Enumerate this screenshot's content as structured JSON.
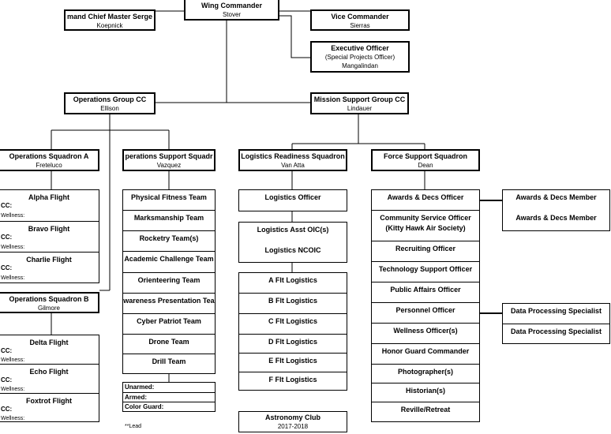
{
  "top": {
    "wing_commander": {
      "title": "Wing Commander",
      "name": "Stover"
    },
    "ccms": {
      "title": "mand Chief Master Serge",
      "name": "Koepnick"
    },
    "vice": {
      "title": "Vice Commander",
      "name": "Sierras"
    },
    "exec": {
      "title": "Executive Officer",
      "subtitle": "(Special Projects Officer)",
      "name": "Mangalindan"
    }
  },
  "groups": {
    "ops": {
      "title": "Operations Group CC",
      "name": "Ellison"
    },
    "msg": {
      "title": "Mission Support Group CC",
      "name": "Lindauer"
    }
  },
  "squadrons": {
    "ops_a": {
      "title": "Operations Squadron A",
      "name": "Freteluco"
    },
    "oss": {
      "title": "perations Support Squadr",
      "name": "Vazquez"
    },
    "lrs": {
      "title": "Logistics Readiness Squadron",
      "name": "Van Atta"
    },
    "fss": {
      "title": "Force  Support Squadron",
      "name": "Dean"
    },
    "ops_b": {
      "title": "Operations Squadron B",
      "name": "Gilmore"
    }
  },
  "flight_fields": {
    "cc": "CC:",
    "wellness": "Wellness:"
  },
  "flights_a": [
    "Alpha Flight",
    "Bravo Flight",
    "Charlie Flight"
  ],
  "flights_b": [
    "Delta Flight",
    "Echo Flight",
    "Foxtrot Flight"
  ],
  "oss_teams": [
    "Physical Fitness Team",
    "Marksmanship Team",
    "Rocketry Team(s)",
    "Academic Challenge Team",
    "Orienteering Team",
    "wareness Presentation Tea",
    "Cyber Patriot Team",
    "Drone Team",
    "Drill Team"
  ],
  "oss_guard": [
    "Unarmed:",
    "Armed:",
    "Color Guard:"
  ],
  "lrs_officer": "Logistics Officer",
  "lrs_asst": [
    "Logistics Asst OIC(s)",
    "Logistics NCOIC"
  ],
  "lrs_flights": [
    "A Flt Logistics",
    "B Flt Logistics",
    "C Flt Logistics",
    "D Flt Logistics",
    "E Flt Logistics",
    "F Flt Logistics"
  ],
  "astronomy": {
    "title": "Astronomy Club",
    "years": "2017-2018"
  },
  "fss_items": [
    "Awards & Decs Officer",
    "Community Service Officer",
    "(Kitty Hawk Air Society)",
    "Recruiting Officer",
    "Technology Support Officer",
    "Public Affairs Officer",
    "Personnel Officer",
    "Wellness Officer(s)",
    "Honor Guard Commander",
    "Photographer(s)",
    "Historian(s)",
    "Reville/Retreat"
  ],
  "awards_members": [
    "Awards & Decs Member",
    "Awards & Decs Member"
  ],
  "data_specialists": [
    "Data Processing Specialist",
    "Data Processing Specialist"
  ],
  "note": "**Lead"
}
